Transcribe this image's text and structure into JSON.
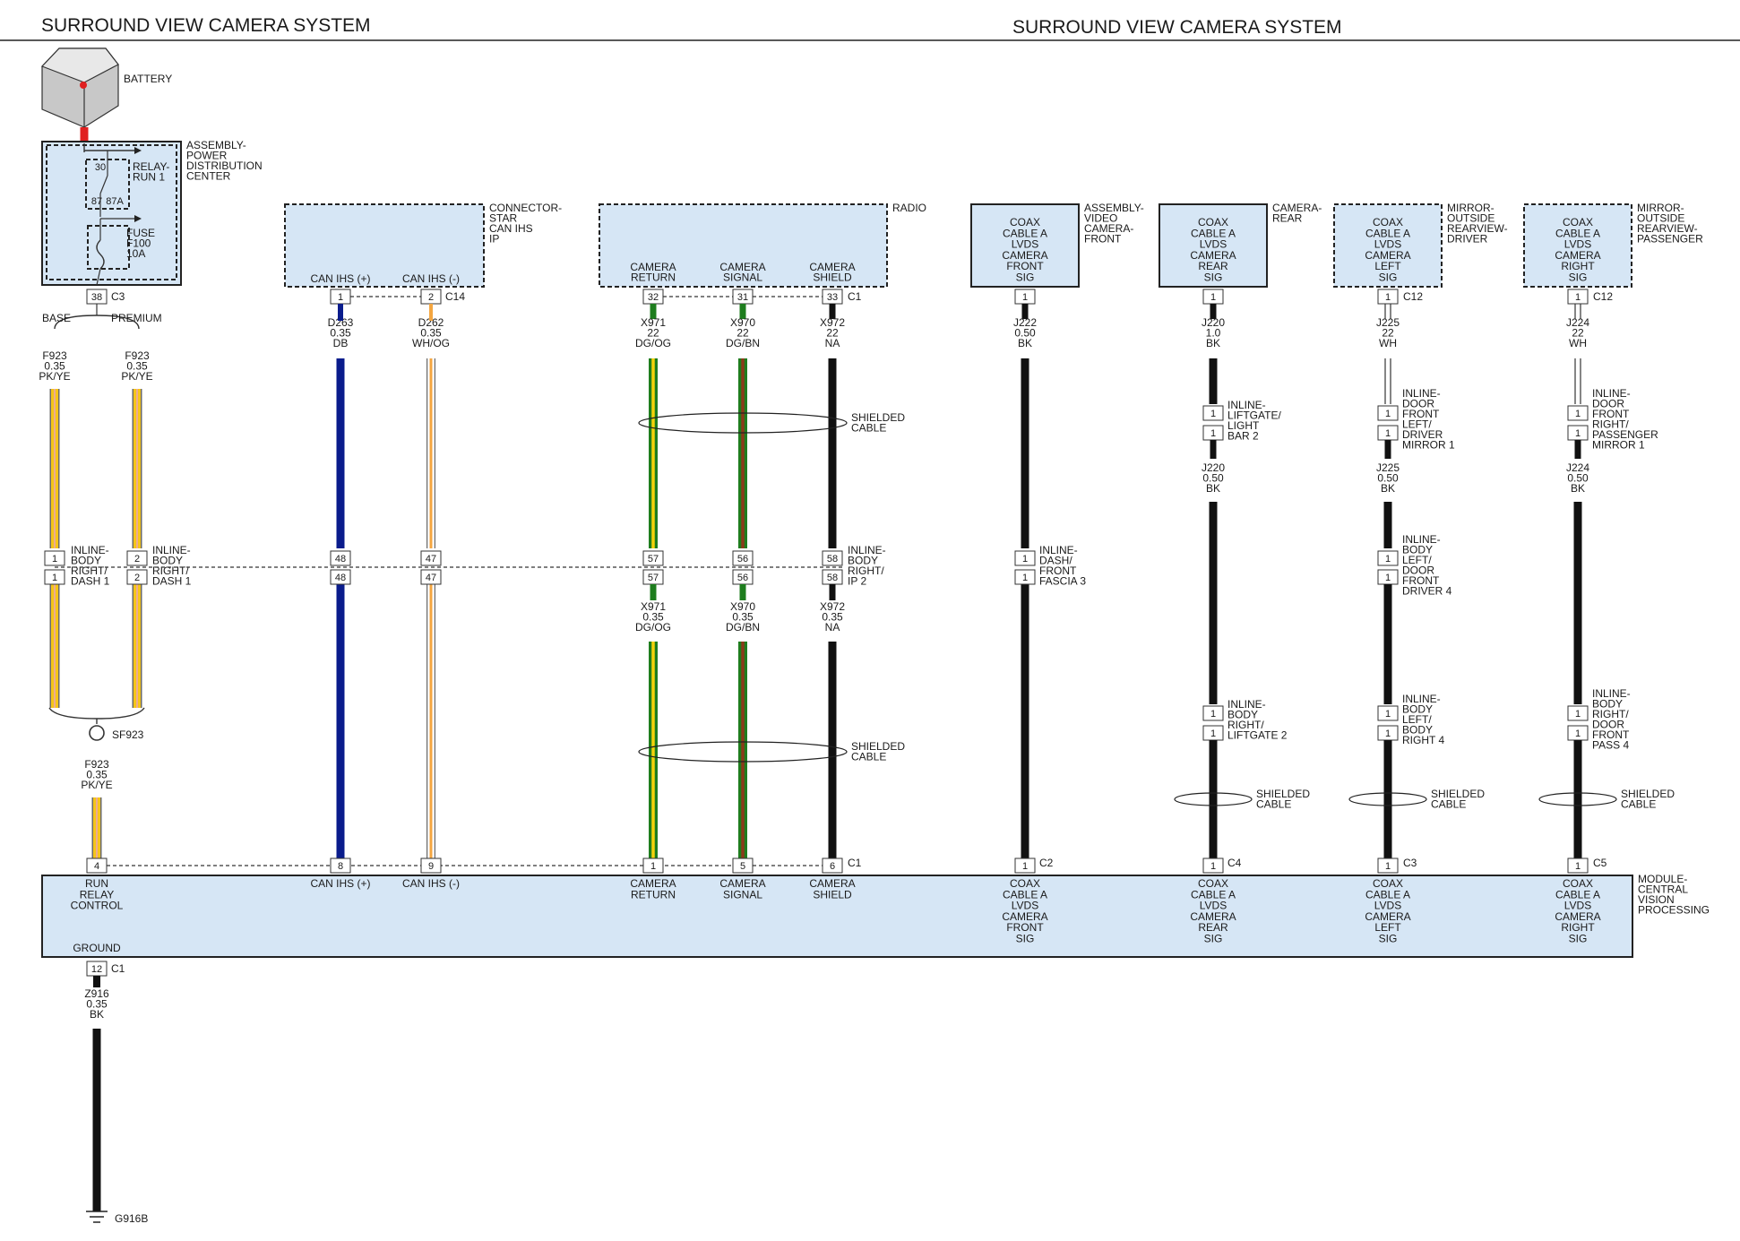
{
  "title_left": "SURROUND VIEW CAMERA SYSTEM",
  "title_right": "SURROUND VIEW CAMERA SYSTEM",
  "battery": {
    "label": "BATTERY"
  },
  "pdc": {
    "label": [
      "ASSEMBLY-",
      "POWER",
      "DISTRIBUTION",
      "CENTER"
    ],
    "relay": [
      "RELAY-",
      "RUN 1"
    ],
    "relay_pins": [
      "30",
      "87",
      "87A"
    ],
    "fuse": [
      "FUSE",
      "F100",
      "10A"
    ],
    "pin": "38",
    "conn": "C3",
    "branch_base": "BASE",
    "branch_premium": "PREMIUM"
  },
  "colors": {
    "pk_ye": "#f5c518",
    "pk_stripe": "#e8a0c8",
    "db": "#0a1c8c",
    "wh_og": "#f4a640",
    "dg": "#1e7d1e",
    "og": "#f5d20a",
    "bn": "#8b3a1a",
    "bk": "#111111",
    "box": "#d6e6f5",
    "red": "#e02020"
  },
  "wires": {
    "f923_left": [
      "F923",
      "0.35",
      "PK/YE"
    ],
    "f923_right": [
      "F923",
      "0.35",
      "PK/YE"
    ],
    "f923_bottom": [
      "F923",
      "0.35",
      "PK/YE"
    ],
    "d263": [
      "D263",
      "0.35",
      "DB"
    ],
    "d262": [
      "D262",
      "0.35",
      "WH/OG"
    ],
    "x971_top": [
      "X971",
      "22",
      "DG/OG"
    ],
    "x970_top": [
      "X970",
      "22",
      "DG/BN"
    ],
    "x972_top": [
      "X972",
      "22",
      "NA"
    ],
    "x971_bot": [
      "X971",
      "0.35",
      "DG/OG"
    ],
    "x970_bot": [
      "X970",
      "0.35",
      "DG/BN"
    ],
    "x972_bot": [
      "X972",
      "0.35",
      "NA"
    ],
    "j222": [
      "J222",
      "0.50",
      "BK"
    ],
    "j220_top": [
      "J220",
      "1.0",
      "BK"
    ],
    "j220_bot": [
      "J220",
      "0.50",
      "BK"
    ],
    "j225_top": [
      "J225",
      "22",
      "WH"
    ],
    "j225_bot": [
      "J225",
      "0.50",
      "BK"
    ],
    "j224_top": [
      "J224",
      "22",
      "WH"
    ],
    "j224_bot": [
      "J224",
      "0.50",
      "BK"
    ],
    "z916": [
      "Z916",
      "0.35",
      "BK"
    ]
  },
  "inlines": {
    "body_right_dash1_a": [
      "INLINE-",
      "BODY",
      "RIGHT/",
      "DASH 1"
    ],
    "body_right_dash1_b": [
      "INLINE-",
      "BODY",
      "RIGHT/",
      "DASH 1"
    ],
    "body_right_ip2": [
      "INLINE-",
      "BODY",
      "RIGHT/",
      "IP 2"
    ],
    "dash_front_fascia3": [
      "INLINE-",
      "DASH/",
      "FRONT",
      "FASCIA 3"
    ],
    "liftgate_lightbar2": [
      "INLINE-",
      "LIFTGATE/",
      "LIGHT",
      "BAR 2"
    ],
    "body_right_liftgate2": [
      "INLINE-",
      "BODY",
      "RIGHT/",
      "LIFTGATE 2"
    ],
    "door_front_left_driver_mirror1": [
      "INLINE-",
      "DOOR",
      "FRONT",
      "LEFT/",
      "DRIVER",
      "MIRROR 1"
    ],
    "body_left_door_front_driver4": [
      "INLINE-",
      "BODY",
      "LEFT/",
      "DOOR",
      "FRONT",
      "DRIVER 4"
    ],
    "body_left_body_right4": [
      "INLINE-",
      "BODY",
      "LEFT/",
      "BODY",
      "RIGHT 4"
    ],
    "door_front_right_passenger_mirror1": [
      "INLINE-",
      "DOOR",
      "FRONT",
      "RIGHT/",
      "PASSENGER",
      "MIRROR 1"
    ],
    "body_right_door_front_pass4": [
      "INLINE-",
      "BODY",
      "RIGHT/",
      "DOOR",
      "FRONT",
      "PASS 4"
    ]
  },
  "shielded": [
    "SHIELDED",
    "CABLE"
  ],
  "connector_star": {
    "label": [
      "CONNECTOR-",
      "STAR",
      "CAN IHS",
      "IP"
    ],
    "p1": "CAN IHS (+)",
    "p2": "CAN IHS (-)",
    "pin1": "1",
    "pin2": "2",
    "conn": "C14"
  },
  "radio": {
    "label": "RADIO",
    "p1": [
      "CAMERA",
      "RETURN"
    ],
    "p2": [
      "CAMERA",
      "SIGNAL"
    ],
    "p3": [
      "CAMERA",
      "SHIELD"
    ],
    "pin1": "32",
    "pin2": "31",
    "pin3": "33",
    "conn": "C1"
  },
  "cam_front": {
    "label": [
      "ASSEMBLY-",
      "VIDEO",
      "CAMERA-",
      "FRONT"
    ],
    "box": [
      "COAX",
      "CABLE A",
      "LVDS",
      "CAMERA",
      "FRONT",
      "SIG"
    ],
    "pin": "1"
  },
  "cam_rear": {
    "label": [
      "CAMERA-",
      "REAR"
    ],
    "box": [
      "COAX",
      "CABLE A",
      "LVDS",
      "CAMERA",
      "REAR",
      "SIG"
    ],
    "pin": "1"
  },
  "mirror_driver": {
    "label": [
      "MIRROR-",
      "OUTSIDE",
      "REARVIEW-",
      "DRIVER"
    ],
    "box": [
      "COAX",
      "CABLE A",
      "LVDS",
      "CAMERA",
      "LEFT",
      "SIG"
    ],
    "pin": "1",
    "conn": "C12"
  },
  "mirror_pass": {
    "label": [
      "MIRROR-",
      "OUTSIDE",
      "REARVIEW-",
      "PASSENGER"
    ],
    "box": [
      "COAX",
      "CABLE A",
      "LVDS",
      "CAMERA",
      "RIGHT",
      "SIG"
    ],
    "pin": "1",
    "conn": "C12"
  },
  "splice": "SF923",
  "module": {
    "label": [
      "MODULE-",
      "CENTRAL",
      "VISION",
      "PROCESSING"
    ],
    "run_relay": [
      "RUN",
      "RELAY",
      "CONTROL"
    ],
    "can_p": "CAN IHS (+)",
    "can_n": "CAN IHS (-)",
    "cam_return": [
      "CAMERA",
      "RETURN"
    ],
    "cam_signal": [
      "CAMERA",
      "SIGNAL"
    ],
    "cam_shield": [
      "CAMERA",
      "SHIELD"
    ],
    "front": [
      "COAX",
      "CABLE A",
      "LVDS",
      "CAMERA",
      "FRONT",
      "SIG"
    ],
    "rear": [
      "COAX",
      "CABLE A",
      "LVDS",
      "CAMERA",
      "REAR",
      "SIG"
    ],
    "left": [
      "COAX",
      "CABLE A",
      "LVDS",
      "CAMERA",
      "LEFT",
      "SIG"
    ],
    "right": [
      "COAX",
      "CABLE A",
      "LVDS",
      "CAMERA",
      "RIGHT",
      "SIG"
    ],
    "ground": "GROUND",
    "conns": [
      "C1",
      "C2",
      "C4",
      "C3",
      "C5",
      "C1"
    ]
  },
  "pins": {
    "inline_1": "1",
    "inline_2": "2",
    "p48": "48",
    "p47": "47",
    "p57": "57",
    "p56": "56",
    "p58": "58",
    "m4": "4",
    "m8": "8",
    "m9": "9",
    "m1": "1",
    "m5": "5",
    "m6": "6",
    "m12": "12"
  },
  "ground_label": "G916B"
}
